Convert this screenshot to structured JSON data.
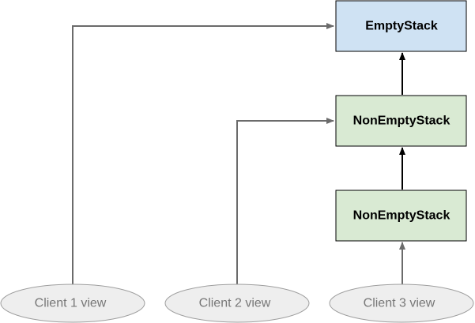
{
  "nodes": {
    "empty_stack": {
      "label": "EmptyStack",
      "fill": "#cfe2f3"
    },
    "non_empty_stack_1": {
      "label": "NonEmptyStack",
      "fill": "#d9ead3"
    },
    "non_empty_stack_2": {
      "label": "NonEmptyStack",
      "fill": "#d9ead3"
    }
  },
  "clients": [
    {
      "label": "Client 1 view"
    },
    {
      "label": "Client 2 view"
    },
    {
      "label": "Client 3 view"
    }
  ],
  "edges": [
    {
      "from": "Client 1 view",
      "to": "EmptyStack",
      "color": "#6b6b6b"
    },
    {
      "from": "Client 2 view",
      "to": "NonEmptyStack",
      "color": "#6b6b6b"
    },
    {
      "from": "Client 3 view",
      "to": "NonEmptyStack",
      "color": "#6b6b6b"
    },
    {
      "from": "NonEmptyStack",
      "to": "NonEmptyStack",
      "color": "#000000"
    },
    {
      "from": "NonEmptyStack",
      "to": "EmptyStack",
      "color": "#000000"
    }
  ]
}
